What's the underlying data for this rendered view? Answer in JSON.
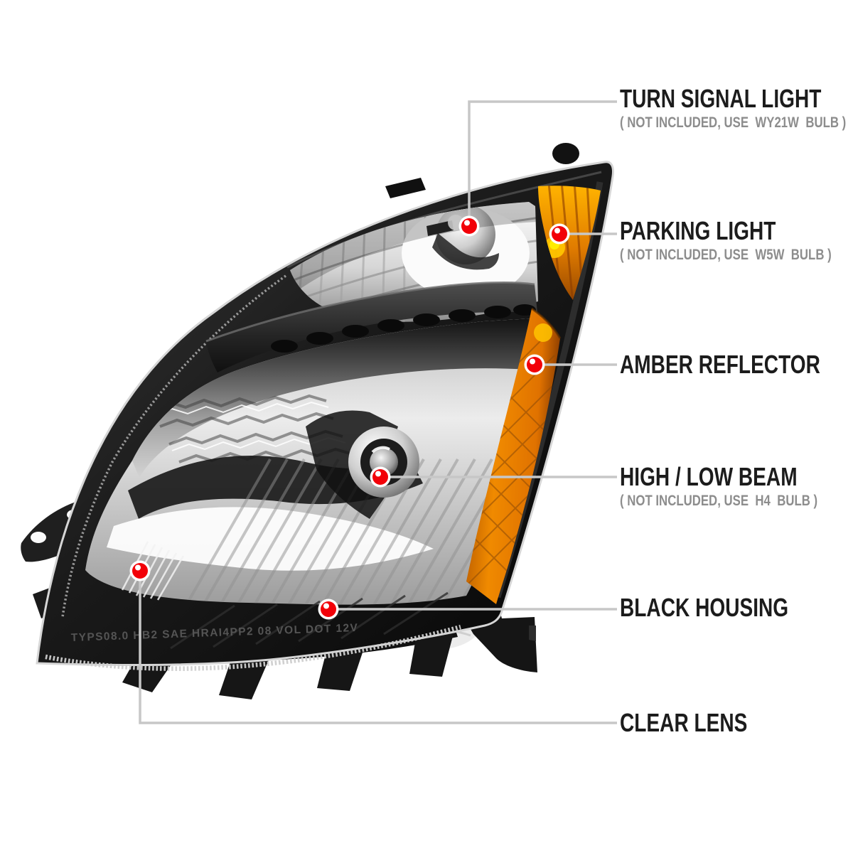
{
  "page": {
    "background": "#ffffff"
  },
  "artwork": {
    "lens_text": "TYPS08.0 HB2 SAE HRAI4PP2 08 VOL DOT 12V",
    "colors": {
      "amber": "#e8820c",
      "amber_dark": "#9a4a00",
      "housing_black": "#141414",
      "chrome_light": "#f2f2f2",
      "chrome_dark": "#8c8c8c",
      "lens_trim": "#cdcdcd"
    }
  },
  "callouts": {
    "line_color": "#c7c7c7",
    "marker_color": "#f20008",
    "marker_ring_color": "#ffffff",
    "items": [
      {
        "id": "turn-signal-light",
        "title": "TURN SIGNAL LIGHT",
        "subtitle": "( NOT INCLUDED, USE  WY21W  BULB )"
      },
      {
        "id": "parking-light",
        "title": "PARKING LIGHT",
        "subtitle": "( NOT INCLUDED, USE  W5W  BULB )"
      },
      {
        "id": "amber-reflector",
        "title": "AMBER REFLECTOR"
      },
      {
        "id": "high-low-beam",
        "title": "HIGH / LOW BEAM",
        "subtitle": "( NOT INCLUDED, USE  H4  BULB )"
      },
      {
        "id": "black-housing",
        "title": "BLACK HOUSING"
      },
      {
        "id": "clear-lens",
        "title": "CLEAR LENS"
      }
    ]
  }
}
